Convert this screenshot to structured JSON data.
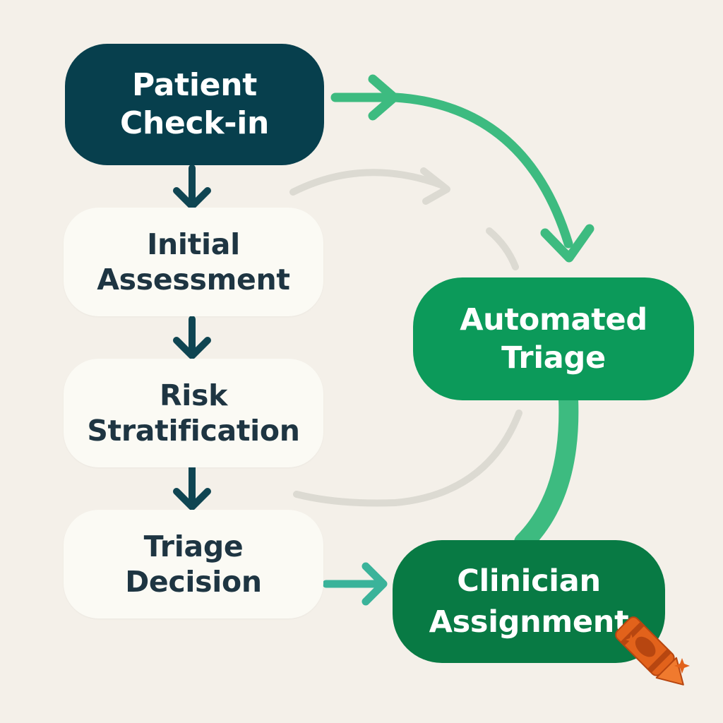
{
  "diagram": {
    "nodes": {
      "patient_checkin": "Patient\nCheck-in",
      "initial_assessment": "Initial\nAssessment",
      "risk_stratification": "Risk\nStratification",
      "triage_decision": "Triage\nDecision",
      "automated_triage": "Automated\nTriage",
      "clinician_assignment": "Clinician\nAssignment"
    },
    "colors": {
      "background": "#f4f0e9",
      "dark_node": "#073f4d",
      "light_node": "#fbfaf4",
      "automated_node": "#0c9a5a",
      "clinician_node": "#087a44",
      "arrow_dark": "#0f4552",
      "arrow_green": "#3dbb80",
      "arrow_teal": "#3ab39a",
      "arrow_faint": "#dcdad2",
      "crayon_orange": "#e2621b"
    },
    "icons": [
      "crayon-icon",
      "sparkle-icon"
    ]
  }
}
